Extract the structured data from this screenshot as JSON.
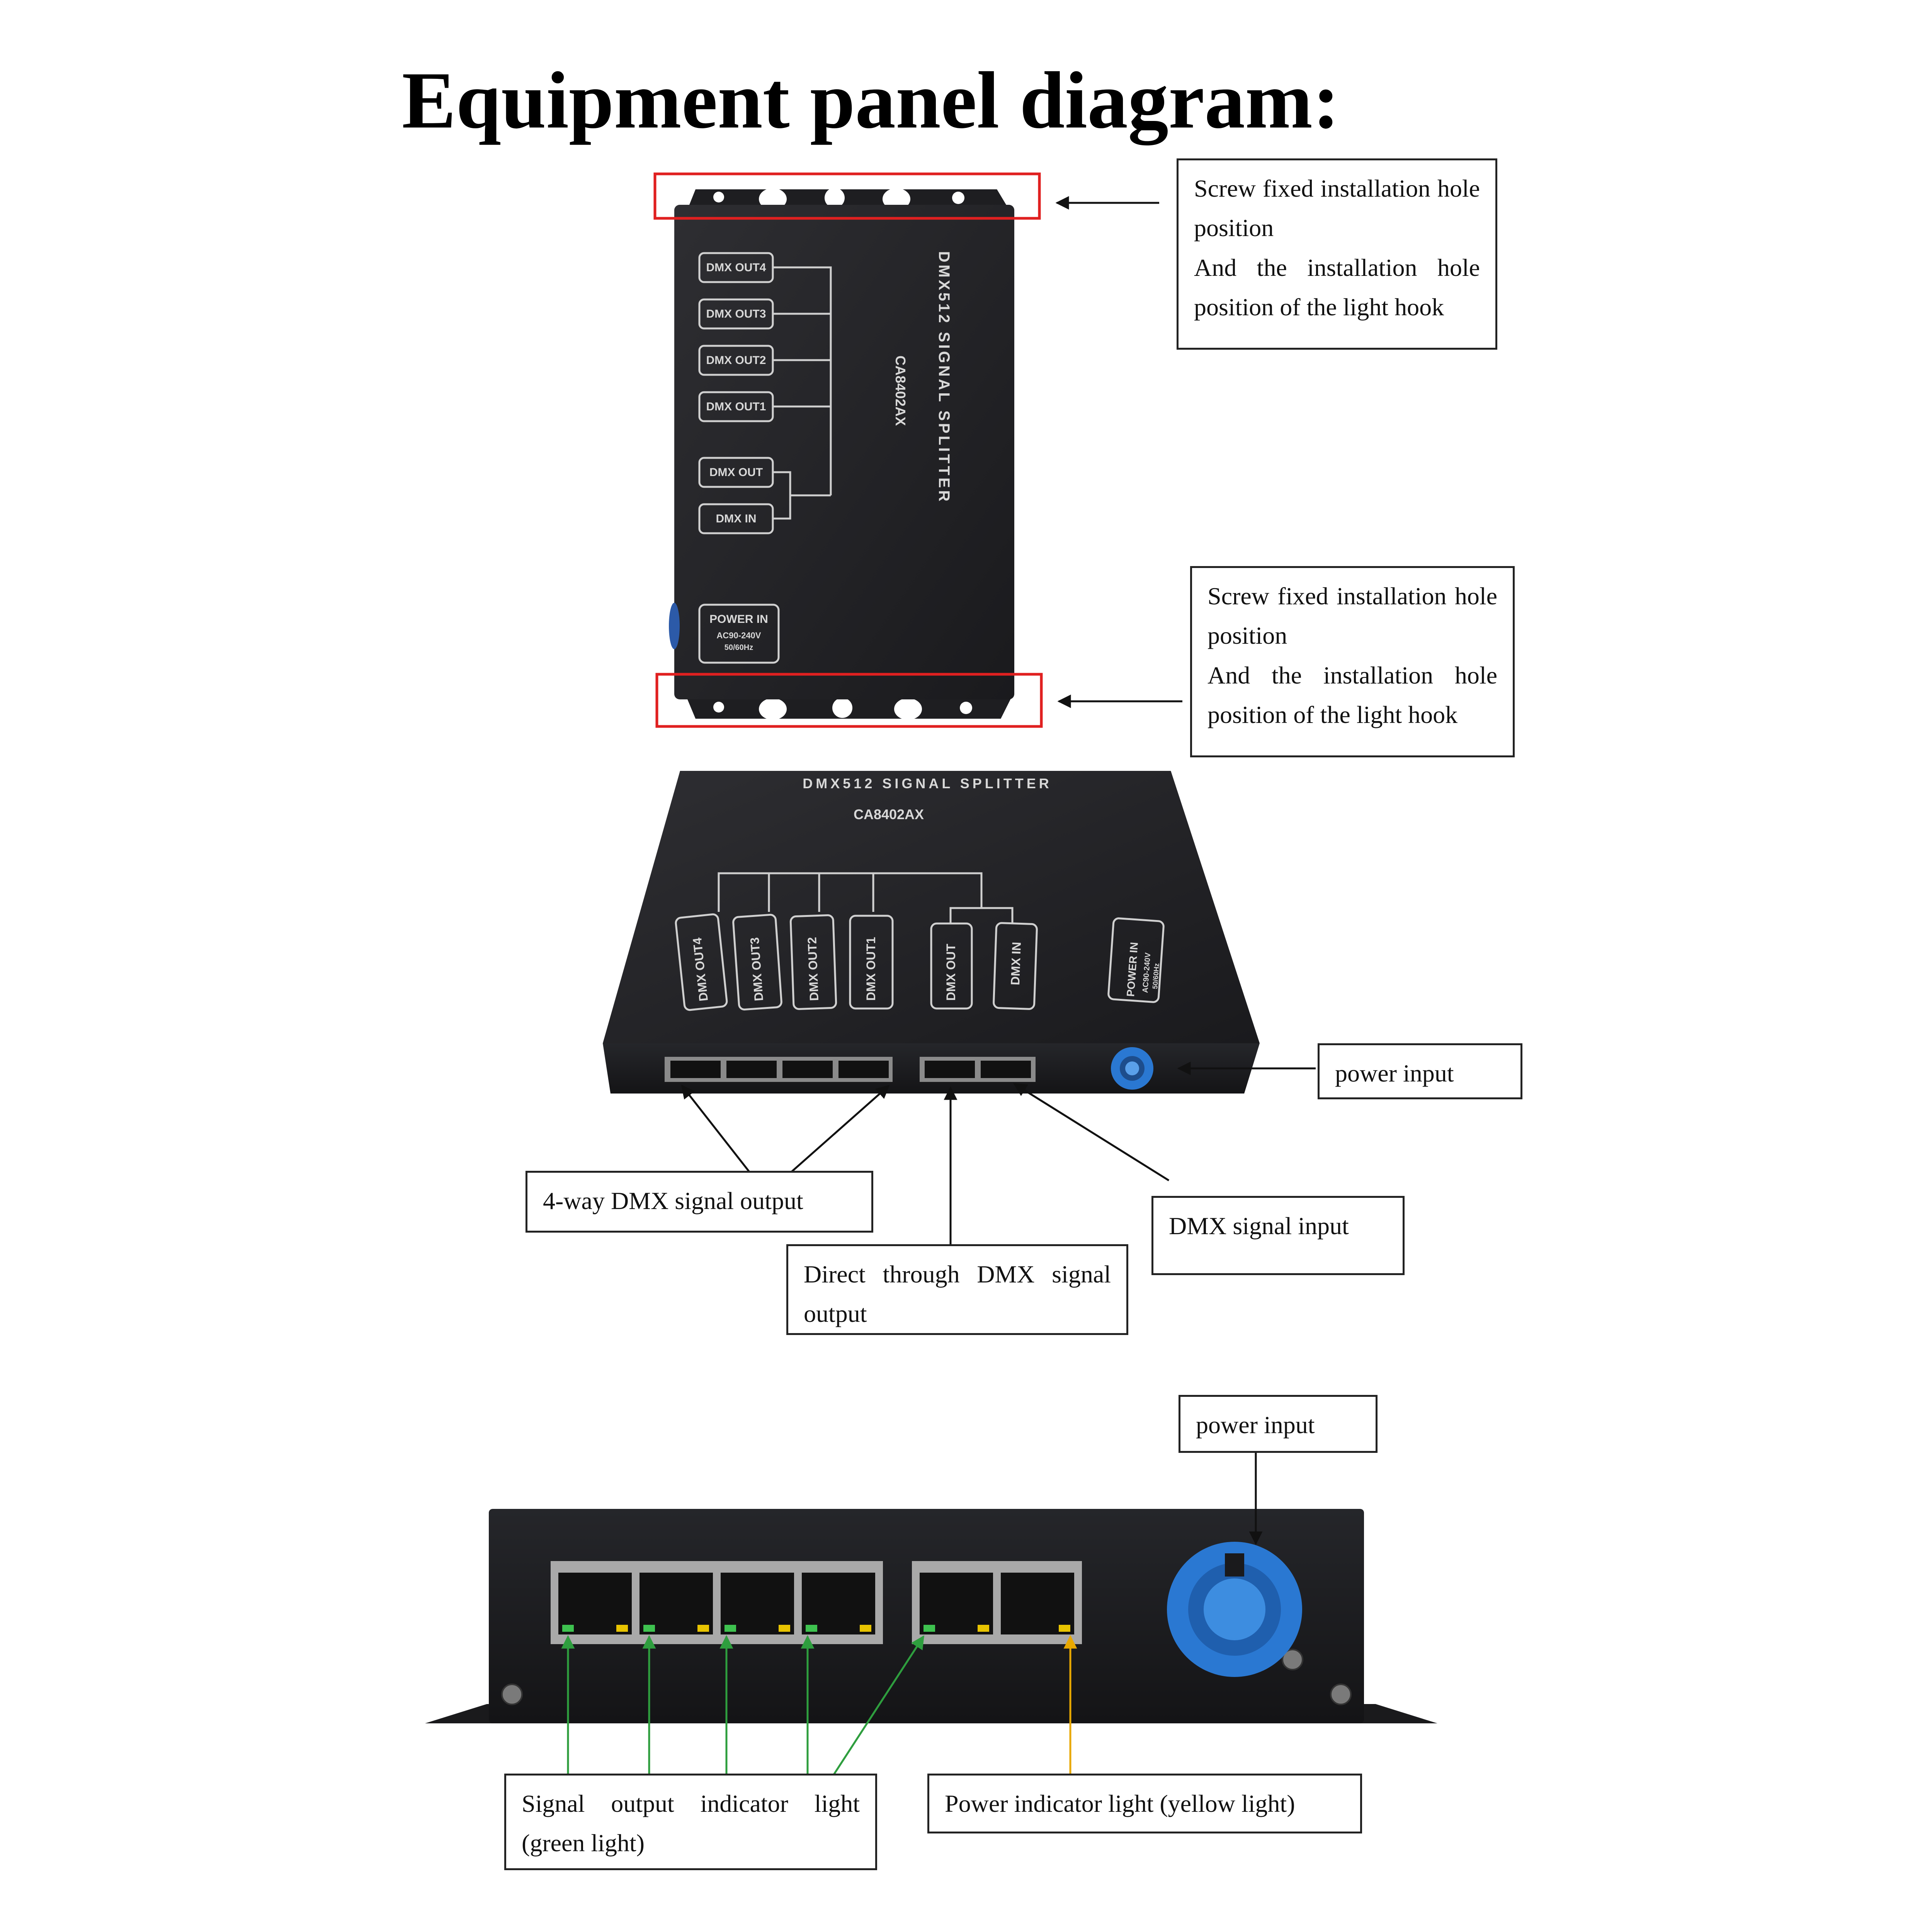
{
  "title": "Equipment panel diagram:",
  "device": {
    "name": "DMX512 SIGNAL SPLITTER",
    "model": "CA8402AX",
    "ports": [
      "DMX OUT4",
      "DMX OUT3",
      "DMX OUT2",
      "DMX OUT1",
      "DMX OUT",
      "DMX IN"
    ],
    "power_label": "POWER IN",
    "power_rating": "AC90-240V",
    "power_freq": "50/60Hz"
  },
  "callouts": {
    "mount_top": {
      "line1": "Screw fixed installation hole position",
      "line2": "And the installation hole position of the light hook"
    },
    "mount_bottom": {
      "line1": "Screw fixed installation hole position",
      "line2": "And the installation hole position of the light hook"
    },
    "power_input_mid": "power input",
    "four_way_output": "4-way DMX signal output",
    "direct_through": "Direct through DMX signal output",
    "dmx_input": "DMX signal input",
    "power_input_bottom": "power input",
    "signal_indicator": "Signal output indicator light (green light)",
    "power_indicator": "Power indicator light (yellow light)"
  },
  "colors": {
    "device_body": "#232326",
    "highlight_box": "#e02020",
    "green_arrow": "#2e9e3e",
    "yellow_arrow": "#e8a800",
    "power_connector": "#2a78d2"
  }
}
